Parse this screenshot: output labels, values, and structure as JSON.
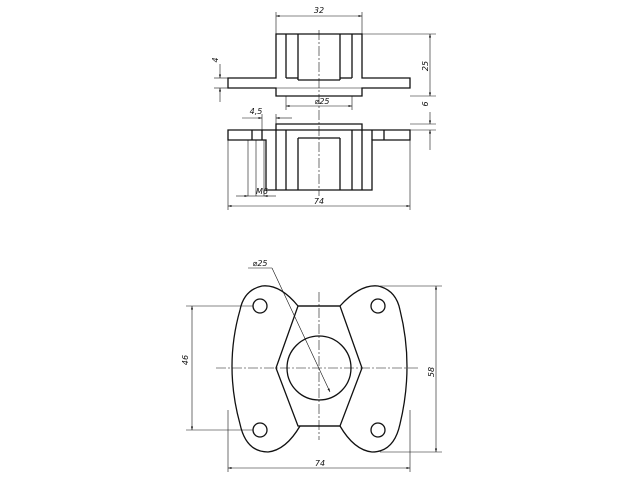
{
  "top_view": {
    "width_32": "32",
    "height_25": "25",
    "thickness_4": "4",
    "bore_25": "⌀25",
    "flange_6": "6",
    "offset_4_5": "4,5",
    "thread_m6": "M6",
    "length_74": "74"
  },
  "bottom_view": {
    "hole_25": "⌀25",
    "height_46": "46",
    "height_58": "58",
    "length_74": "74"
  },
  "colors": {
    "line": "#111111",
    "background": "#ffffff"
  }
}
